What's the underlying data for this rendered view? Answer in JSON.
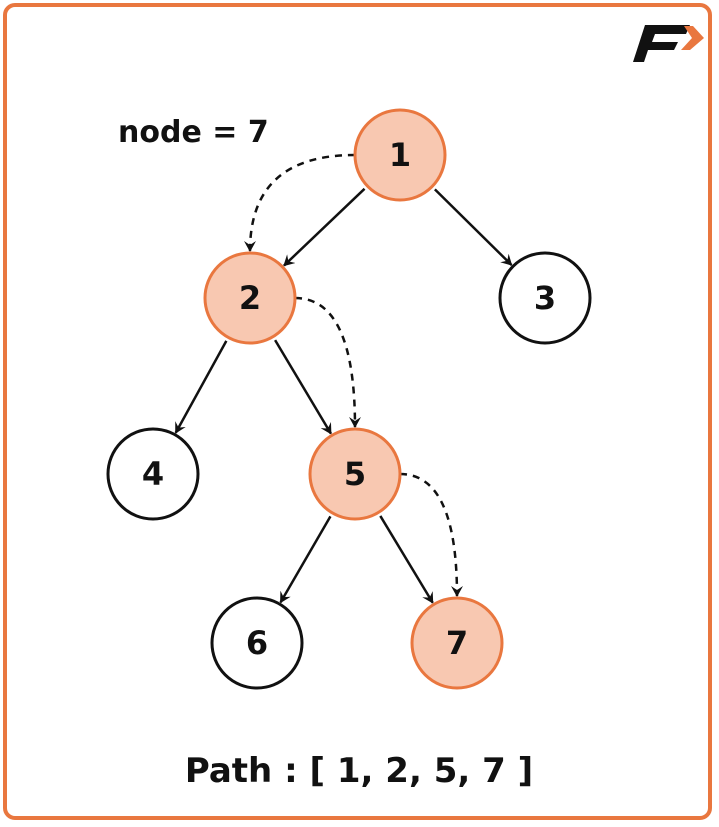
{
  "title": "node = 7",
  "caption": "Path : [ 1, 2, 5, 7 ]",
  "colors": {
    "accent": "#e9773f",
    "highlight_fill": "#f8c8b1",
    "normal_fill": "#ffffff",
    "stroke": "#111111"
  },
  "logo": {
    "icon": "brand-f-logo-icon"
  },
  "nodes": [
    {
      "id": "1",
      "label": "1",
      "highlighted": true
    },
    {
      "id": "2",
      "label": "2",
      "highlighted": true
    },
    {
      "id": "3",
      "label": "3",
      "highlighted": false
    },
    {
      "id": "4",
      "label": "4",
      "highlighted": false
    },
    {
      "id": "5",
      "label": "5",
      "highlighted": true
    },
    {
      "id": "6",
      "label": "6",
      "highlighted": false
    },
    {
      "id": "7",
      "label": "7",
      "highlighted": true
    }
  ],
  "edges": [
    {
      "from": "1",
      "to": "2"
    },
    {
      "from": "1",
      "to": "3"
    },
    {
      "from": "2",
      "to": "4"
    },
    {
      "from": "2",
      "to": "5"
    },
    {
      "from": "5",
      "to": "6"
    },
    {
      "from": "5",
      "to": "7"
    }
  ],
  "path": [
    "1",
    "2",
    "5",
    "7"
  ]
}
